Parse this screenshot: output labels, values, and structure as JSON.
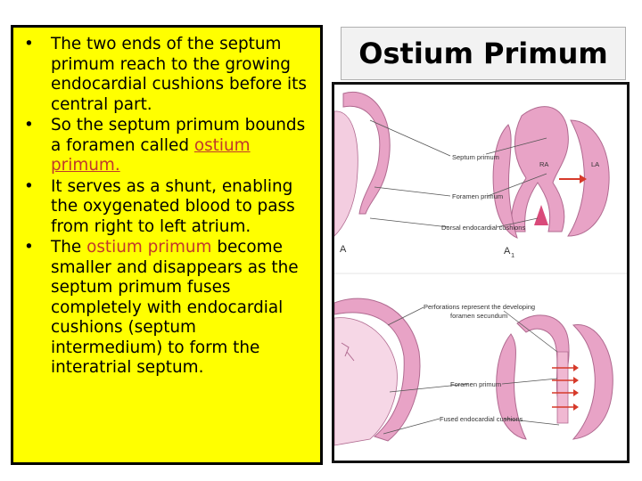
{
  "bullets": [
    {
      "text": "The two ends of the septum primum  reach to the growing endocardial cushions before its central part."
    },
    {
      "pre": "So the septum primum bounds a foramen called ",
      "highlight": "ostium primum.",
      "post": ""
    },
    {
      "text": "It serves as a shunt, enabling the oxygenated blood to pass from right to left atrium."
    },
    {
      "pre": "The ",
      "highlight": "ostium primum",
      "post": " become smaller and disappears as the septum primum fuses completely with endocardial cushions (septum intermedium) to form the interatrial septum."
    }
  ],
  "title": "Ostium Primum",
  "figure": {
    "top_labels": [
      "Septum primum",
      "Foramen primum",
      "Dorsal endocardial cushions"
    ],
    "top_chambers": [
      "RA",
      "LA"
    ],
    "panel_letters": [
      "A",
      "A",
      "1"
    ],
    "bottom_labels": [
      "Perforations represent the developing",
      "foramen secundum",
      "Foramen primum",
      "Fused endocardial cushions"
    ]
  },
  "colors": {
    "highlight": "#c0392b",
    "panel_bg": "#ffff00",
    "tissue": "#e8a3c6",
    "arrow": "#d63a2a"
  }
}
